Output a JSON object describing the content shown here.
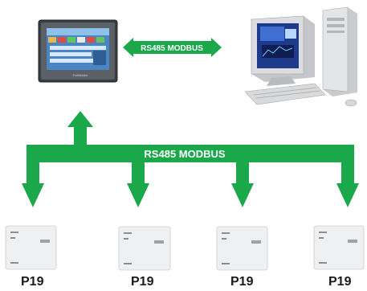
{
  "top_link": {
    "label": "RS485 MODBUS"
  },
  "main_bus": {
    "label": "RS485 MODBUS"
  },
  "hmi": {
    "brand": "ProfiMonitor"
  },
  "devices": [
    {
      "label": "P19"
    },
    {
      "label": "P19"
    },
    {
      "label": "P19"
    },
    {
      "label": "P19"
    }
  ],
  "colors": {
    "bus": "#1aa84a",
    "hmi_frame": "#3a3d42",
    "device_body": "#eef0f1"
  }
}
